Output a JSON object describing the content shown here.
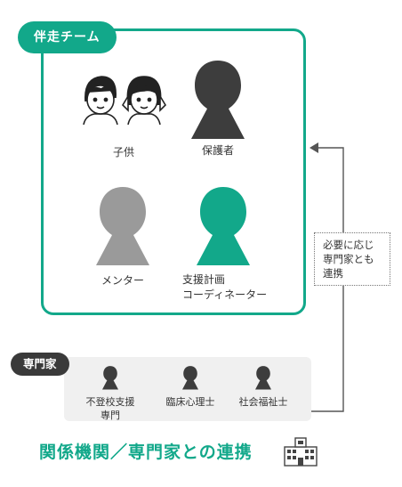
{
  "team": {
    "badge": "伴走チーム",
    "members": {
      "child": "子供",
      "guardian": "保護者",
      "mentor": "メンター",
      "coordinator_line1": "支援計画",
      "coordinator_line2": "コーディネーター"
    }
  },
  "note": {
    "line1": "必要に応じ",
    "line2": "専門家とも",
    "line3": "連携"
  },
  "experts": {
    "badge": "専門家",
    "truancy_line1": "不登校支援",
    "truancy_line2": "専門",
    "psychologist": "臨床心理士",
    "social_worker": "社会福祉士"
  },
  "footer": {
    "title": "関係機関／専門家との連携"
  },
  "colors": {
    "accent": "#12a88a",
    "dark": "#3d3d3d",
    "gray": "#9a9a9a"
  }
}
